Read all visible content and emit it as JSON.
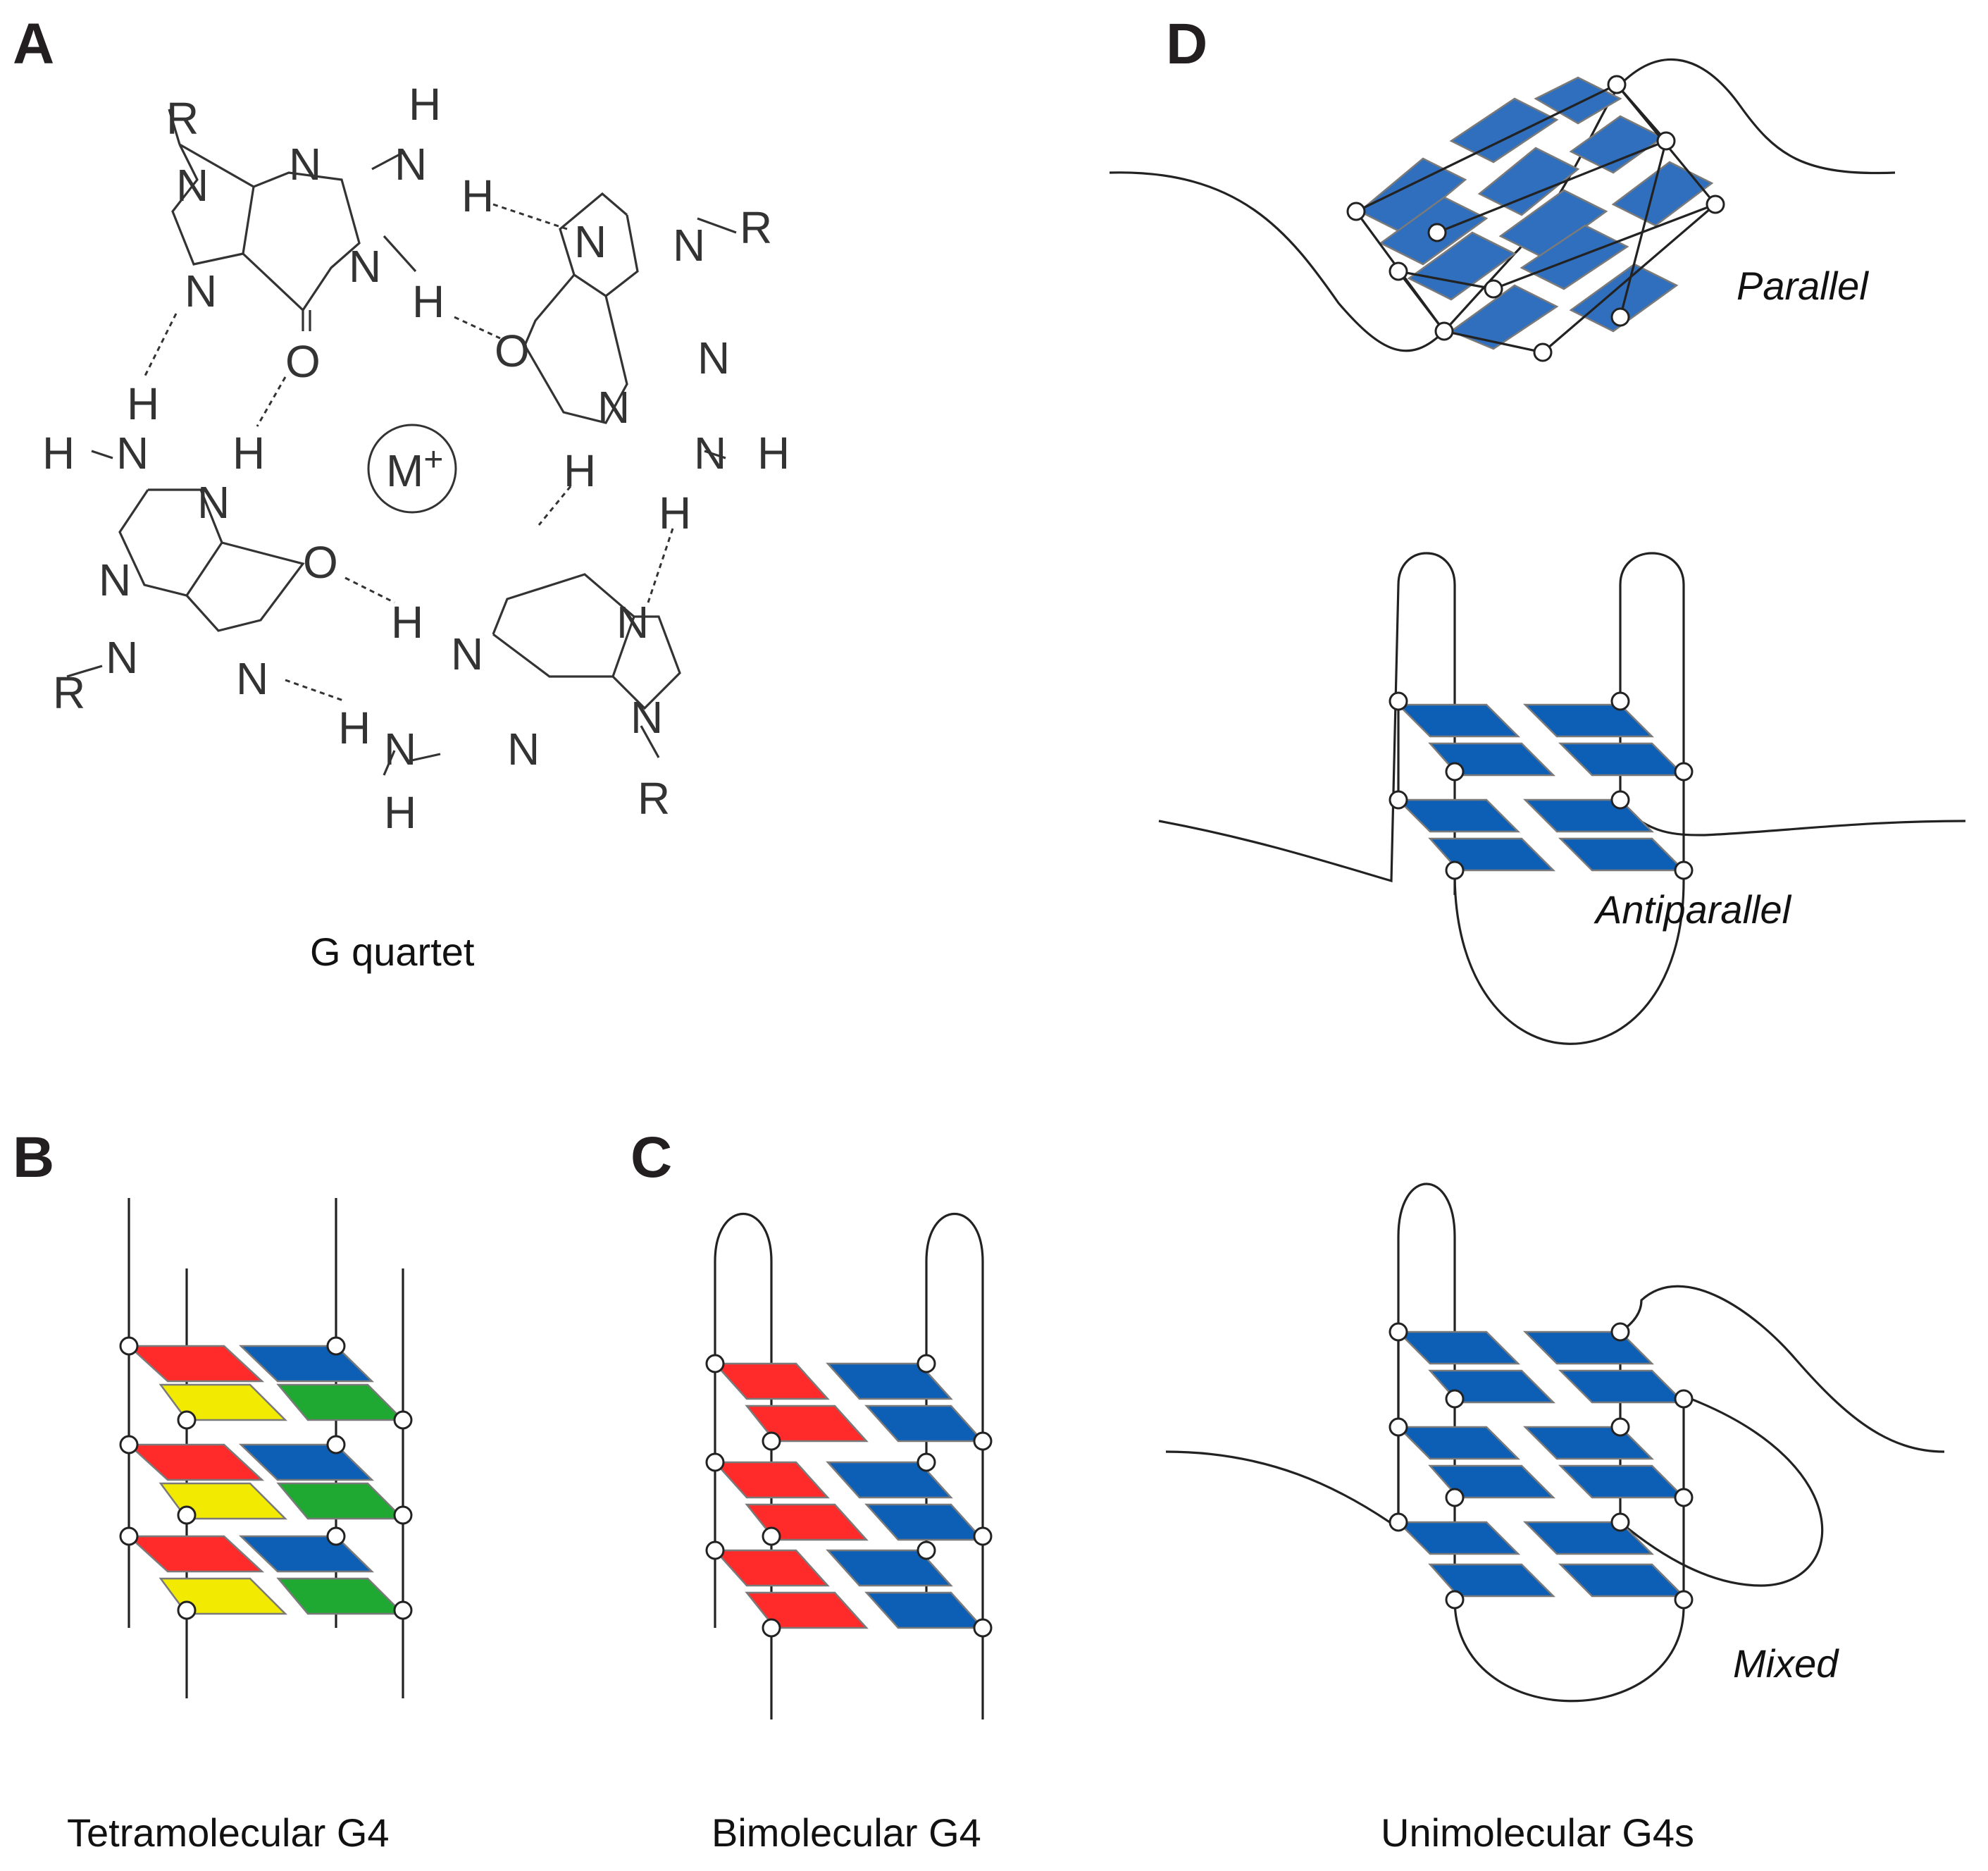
{
  "panels": {
    "a": {
      "letter": "A",
      "caption": "G quartet",
      "ion": "M",
      "ion_charge": "+",
      "atoms": {
        "n": "N",
        "h": "H",
        "o": "O",
        "r": "R"
      }
    },
    "b": {
      "letter": "B",
      "caption": "Tetramolecular G4"
    },
    "c": {
      "letter": "C",
      "caption": "Bimolecular G4"
    },
    "d": {
      "letter": "D",
      "caption": "Unimolecular G4s",
      "topologies": {
        "parallel": "Parallel",
        "antiparallel": "Antiparallel",
        "mixed": "Mixed"
      }
    }
  },
  "colors": {
    "red": "#ff2a2a",
    "blue": "#0d5fb5",
    "parallel_blue": "#2f6fbd",
    "yellow": "#f2ea00",
    "green": "#1fa832",
    "line": "#222222"
  }
}
